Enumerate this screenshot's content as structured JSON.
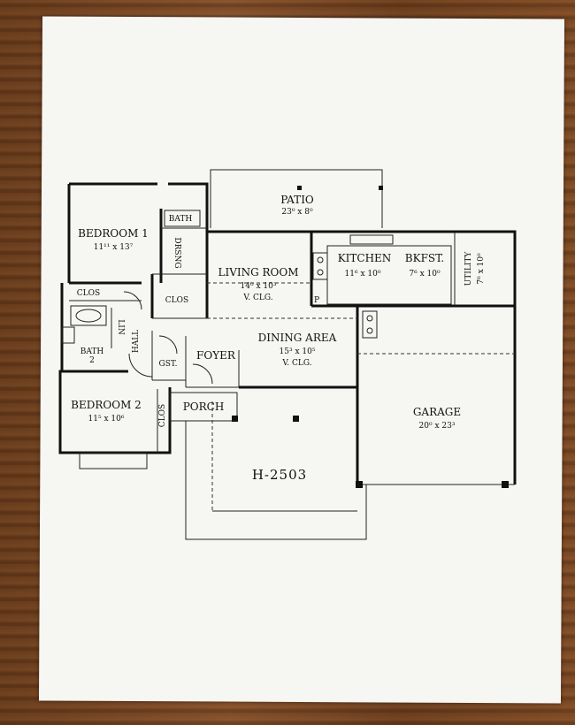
{
  "plan": {
    "patio": {
      "name": "PATIO",
      "dim": "23⁰ x 8⁰"
    },
    "bedroom1": {
      "name": "BEDROOM 1",
      "dim": "11¹¹ x 13⁷"
    },
    "bath1": {
      "name": "BATH"
    },
    "drsng": {
      "name": "DRSNG"
    },
    "closet_a": {
      "name": "CLOS"
    },
    "closet_b": {
      "name": "CLOS"
    },
    "closet_c": {
      "name": "CLOS"
    },
    "living": {
      "name": "LIVING ROOM",
      "dim": "14⁰ x 10³",
      "note": "V. CLG."
    },
    "kitchen": {
      "name": "KITCHEN",
      "dim": "11⁶ x 10⁰"
    },
    "bkfst": {
      "name": "BKFST.",
      "dim": "7⁶ x 10⁰"
    },
    "utility": {
      "name": "UTILITY",
      "dim": "7⁶ x 10⁰"
    },
    "pantry": {
      "name": "P"
    },
    "linen": {
      "name": "LIN"
    },
    "hall": {
      "name": "HALL"
    },
    "bath2": {
      "name": "BATH",
      "num": "2"
    },
    "guest": {
      "name": "GST."
    },
    "foyer": {
      "name": "FOYER"
    },
    "dining": {
      "name": "DINING AREA",
      "dim": "15³ x 10⁵",
      "note": "V. CLG."
    },
    "bedroom2": {
      "name": "BEDROOM 2",
      "dim": "11⁵ x 10⁶"
    },
    "porch": {
      "name": "PORCH"
    },
    "garage": {
      "name": "GARAGE",
      "dim": "20⁰ x 23³"
    },
    "plan_number": "H-2503"
  }
}
